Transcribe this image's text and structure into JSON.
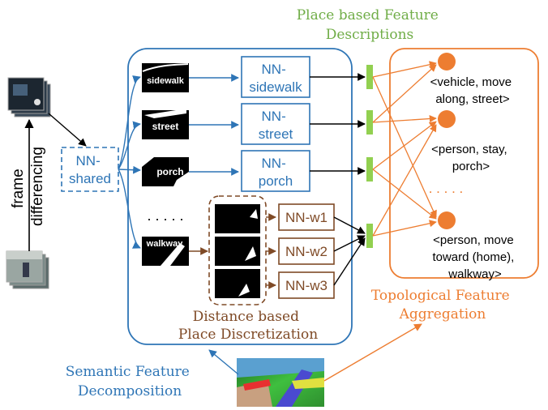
{
  "titles": {
    "place_feature_descriptions": [
      "Place based Feature",
      "Descriptions"
    ],
    "semantic_decomposition": [
      "Semantic Feature",
      "Decomposition"
    ],
    "distance_discretization": [
      "Distance based",
      "Place Discretization"
    ],
    "topological_aggregation": [
      "Topological Feature",
      "Aggregation"
    ]
  },
  "frame_differencing": [
    "frame",
    "differencing"
  ],
  "nn_shared": [
    "NN-",
    "shared"
  ],
  "places": [
    {
      "mask_label": "sidewalk",
      "nn": [
        "NN-",
        "sidewalk"
      ]
    },
    {
      "mask_label": "street",
      "nn": [
        "NN-",
        "street"
      ]
    },
    {
      "mask_label": "porch",
      "nn": [
        "NN-",
        "porch"
      ]
    },
    {
      "mask_label": "walkway",
      "nn": []
    }
  ],
  "ellipsis_left": ". . . . .",
  "walkway_nets": [
    "NN-w1",
    "NN-w2",
    "NN-w3"
  ],
  "outputs": [
    [
      "<vehicle, move",
      "along, street>"
    ],
    [
      "<person, stay,",
      "porch>"
    ],
    [
      "<person, move",
      "toward (home),",
      "walkway>"
    ]
  ],
  "ellipsis_right": ". . . . .",
  "colors": {
    "blue": "#2e75b6",
    "orange": "#ed7d31",
    "brown": "#7f4a26",
    "green": "#92d050",
    "black": "#000000"
  }
}
